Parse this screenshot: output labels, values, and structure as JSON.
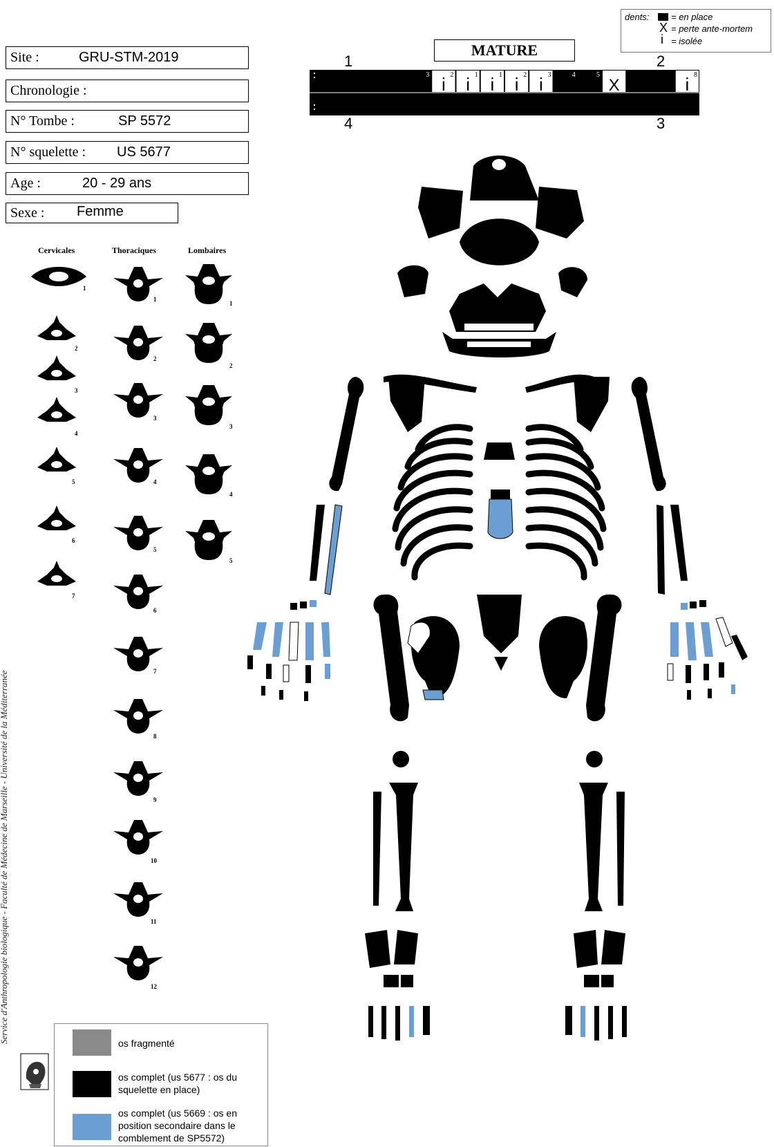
{
  "info": {
    "site_label": "Site :",
    "site_value": "GRU-STM-2019",
    "chrono_label": "Chronologie :",
    "tomb_label": "N° Tombe :",
    "tomb_value": "SP 5572",
    "skeleton_label": "N° squelette :",
    "skeleton_value": "US 5677",
    "age_label": "Age :",
    "age_value": "20 - 29 ans",
    "sex_label": "Sexe :",
    "sex_value": "Femme"
  },
  "vertebrae": {
    "cervicales": "Cervicales",
    "thoraciques": "Thoraciques",
    "lombaires": "Lombaires",
    "cervical_nums": [
      "1",
      "2",
      "3",
      "4",
      "5",
      "6",
      "7"
    ],
    "thoracic_nums": [
      "1",
      "2",
      "3",
      "4",
      "5",
      "6",
      "7",
      "8",
      "9",
      "10",
      "11",
      "12"
    ],
    "lumbar_nums": [
      "1",
      "2",
      "3",
      "4",
      "5"
    ]
  },
  "dentition": {
    "title": "MATURE",
    "q1": "1",
    "q2": "2",
    "q3": "3",
    "q4": "4",
    "legend_prefix": "dents:",
    "legend_en_place": "= en place",
    "legend_x": "X",
    "legend_ante": "= perte ante-mortem",
    "legend_i": "i",
    "legend_isolee": "= isolée",
    "upper_marks": [
      "",
      "",
      "",
      "",
      "",
      "i",
      "i",
      "i",
      "i",
      "i",
      "",
      "",
      "X",
      "",
      "",
      "i"
    ],
    "upper_nums": [
      "",
      "",
      "",
      "",
      "3",
      "2",
      "1",
      "1",
      "2",
      "3",
      "4",
      "5",
      "",
      "",
      "",
      "8"
    ]
  },
  "legend": {
    "fragmente": "os fragmenté",
    "complet_5677": "os complet (us 5677 : os du squelette en place)",
    "complet_5669": "os complet (us 5669 : os en position secondaire dans le comblement de SP5572)"
  },
  "colors": {
    "bone": "#000000",
    "secondary": "#6b9fd4",
    "fragment": "#8a8a8a"
  },
  "credit": "Service d'Anthropologie biologique - Faculté de Médecine de Marseille - Université de la Méditerranée"
}
